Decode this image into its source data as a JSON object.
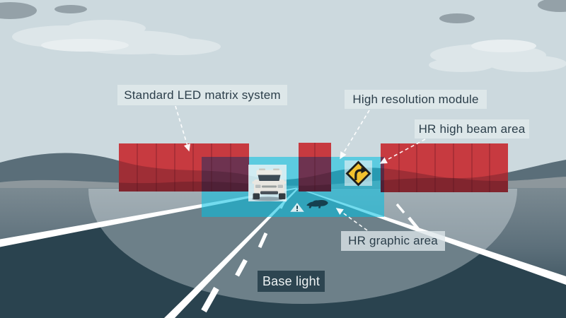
{
  "diagram": {
    "labels": {
      "standard_led": "Standard LED matrix system",
      "high_res_module": "High resolution module",
      "hr_high_beam": "HR high beam area",
      "hr_graphic": "HR graphic area",
      "base_light": "Base light"
    },
    "icons": {
      "curve_sign": "right-curve-warning-sign-icon",
      "warning_triangle": "warning-triangle-icon",
      "animal": "animal-silhouette-icon",
      "vehicle": "oncoming-car"
    },
    "leaders": [
      {
        "label": "standard_led",
        "points_to": "left-led-matrix-block"
      },
      {
        "label": "high_res_module",
        "points_to": "high-resolution-module-area"
      },
      {
        "label": "hr_high_beam",
        "points_to": "hr-high-beam-area"
      },
      {
        "label": "hr_graphic",
        "points_to": "hr-graphic-area"
      }
    ],
    "colors": {
      "sky": "#ccd9de",
      "road": "#2a434f",
      "matrix_red": "#c73a40",
      "hr_cyan": "#35c4de",
      "overlap_plum": "#6e3350",
      "sign_yellow": "#f2c12e",
      "graphic_navy": "#16404f",
      "label_bg": "#dee7ea",
      "label_text": "#2b3e4a",
      "base_light_bg": "#2d4551"
    }
  }
}
